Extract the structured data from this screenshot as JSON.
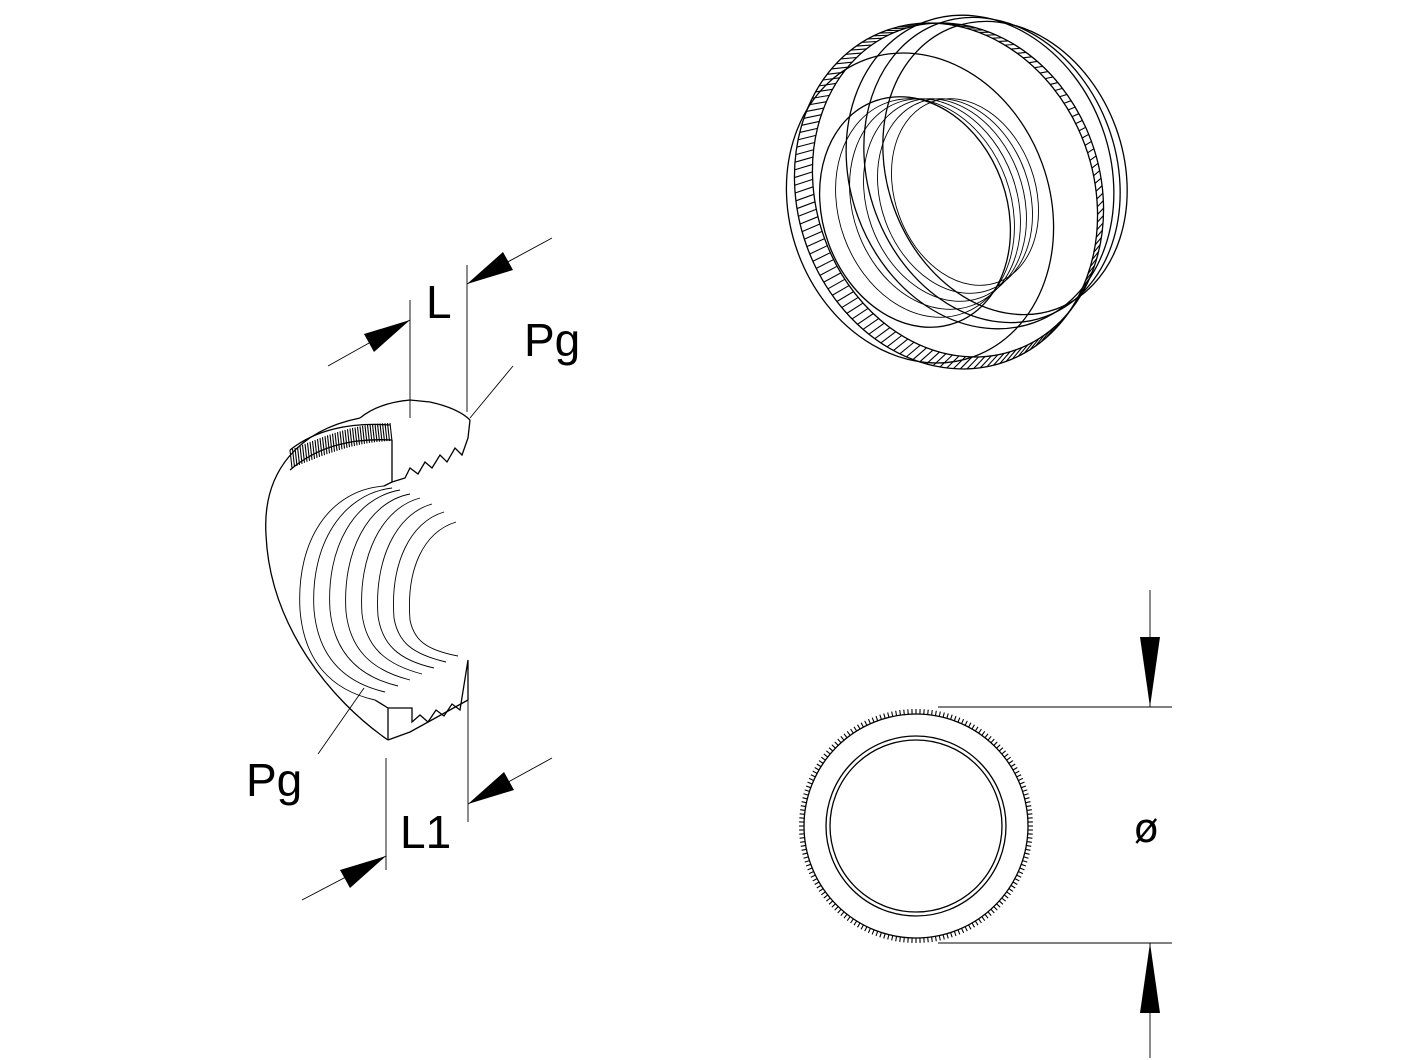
{
  "labels": {
    "length": "L",
    "length_inner": "L1",
    "thread_top": "Pg",
    "thread_bottom": "Pg",
    "diameter": "ø"
  },
  "colors": {
    "line": "#000000",
    "background": "#ffffff"
  }
}
